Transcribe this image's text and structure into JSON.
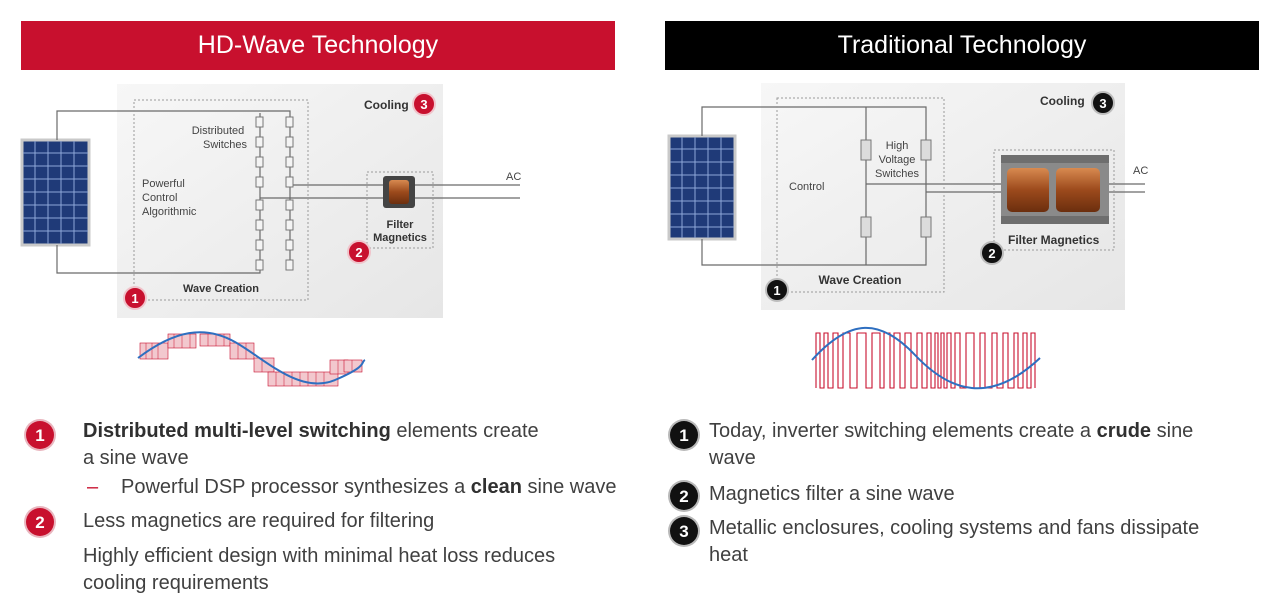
{
  "left": {
    "title": "HD-Wave Technology",
    "labels": {
      "cooling": "Cooling",
      "distributed": [
        "Distributed",
        "Switches"
      ],
      "control": [
        "Powerful",
        "Control",
        "Algorithmic"
      ],
      "filter": [
        "Filter",
        "Magnetics"
      ],
      "ac": "AC",
      "wave_creation": "Wave Creation"
    },
    "markers": [
      "1",
      "2",
      "3"
    ],
    "bullets": [
      {
        "num": "1",
        "pre": "",
        "bold": "Distributed multi-level switching",
        "post": " elements create",
        "line2": "a sine wave"
      },
      {
        "sub_pre": "Powerful DSP processor synthesizes a ",
        "sub_bold": "clean",
        "sub_post": " sine wave"
      },
      {
        "num": "2",
        "text": "Less magnetics are required for filtering"
      },
      {
        "line1": "Highly efficient design with minimal heat loss reduces",
        "line2": "cooling requirements"
      }
    ]
  },
  "right": {
    "title": "Traditional Technology",
    "labels": {
      "cooling": "Cooling",
      "control": "Control",
      "high_voltage": [
        "High",
        "Voltage",
        "Switches"
      ],
      "filter": "Filter Magnetics",
      "ac": "AC",
      "wave_creation": "Wave Creation"
    },
    "markers": [
      "1",
      "2",
      "3"
    ],
    "bullets": [
      {
        "num": "1",
        "pre": "Today, inverter switching elements create a ",
        "bold": "crude",
        "post": " sine",
        "line2": "wave"
      },
      {
        "num": "2",
        "text": "Magnetics filter a sine wave"
      },
      {
        "num": "3",
        "line1": "Metallic enclosures, cooling systems and fans dissipate",
        "line2": "heat"
      }
    ]
  },
  "colors": {
    "accent_red": "#c8102e",
    "black": "#000000"
  }
}
